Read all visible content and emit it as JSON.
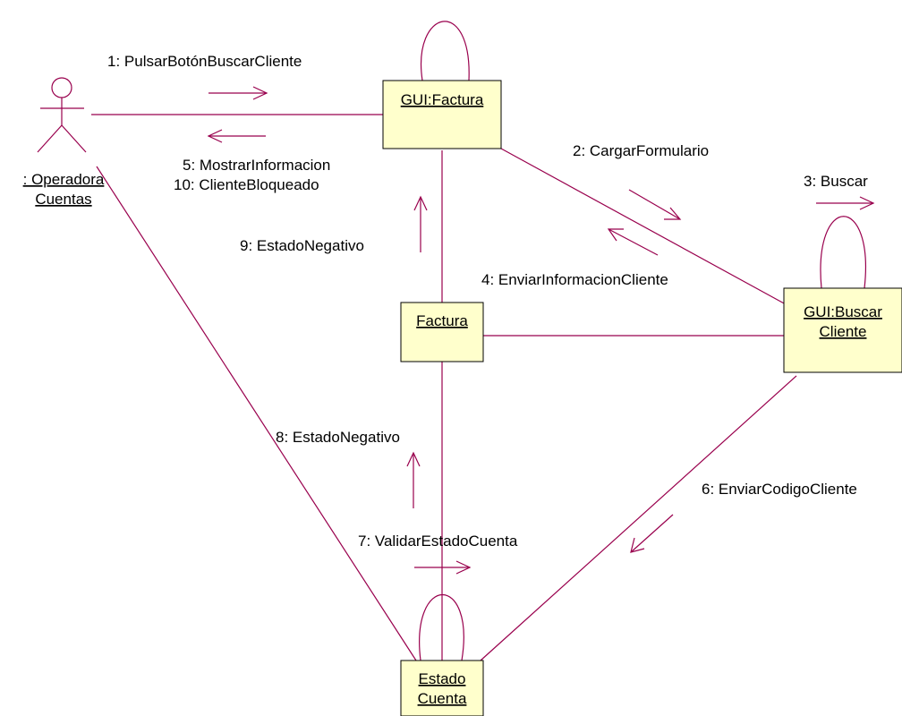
{
  "colors": {
    "line": "#99004d",
    "object_fill": "#ffffcc",
    "object_border": "#000000",
    "text": "#000000",
    "background": "#ffffff"
  },
  "actor": {
    "name_line1": ": Operadora",
    "name_line2": "Cuentas"
  },
  "objects": {
    "gui_factura": {
      "label": "GUI:Factura"
    },
    "factura": {
      "label": "Factura"
    },
    "gui_buscar_cliente": {
      "label_line1": "GUI:Buscar",
      "label_line2": "Cliente"
    },
    "estado_cuenta": {
      "label_line1": "Estado",
      "label_line2": "Cuenta"
    }
  },
  "messages": {
    "m1": "1: PulsarBotónBuscarCliente",
    "m2": "2: CargarFormulario",
    "m3": "3: Buscar",
    "m4": "4: EnviarInformacionCliente",
    "m5": "5: MostrarInformacion",
    "m6": "6: EnviarCodigoCliente",
    "m7": "7: ValidarEstadoCuenta",
    "m8": "8: EstadoNegativo",
    "m9": "9: EstadoNegativo",
    "m10": "10: ClienteBloqueado"
  }
}
